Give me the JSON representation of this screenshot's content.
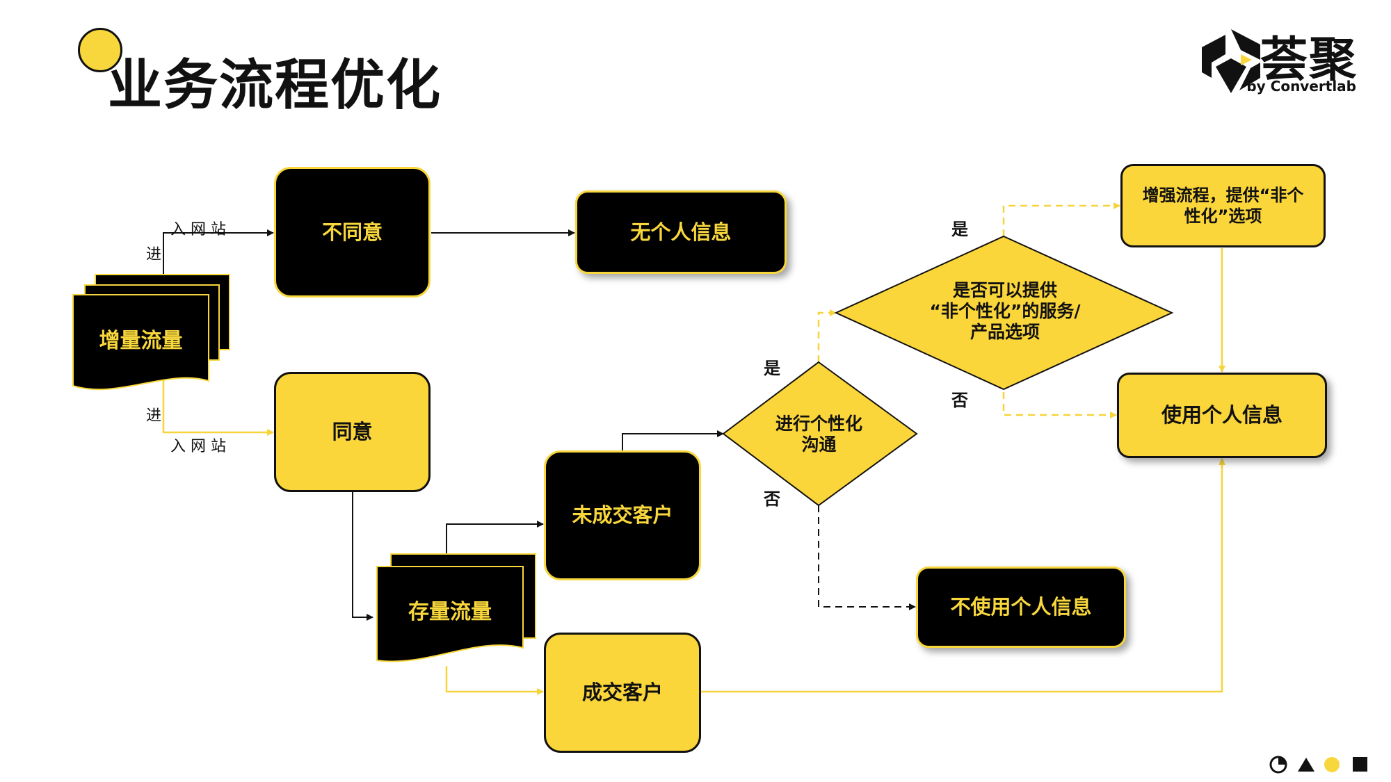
{
  "title": "业务流程优化",
  "brand": {
    "name": "荟聚",
    "sub": "by Convertlab"
  },
  "nodes": {
    "incremental_traffic": "增量流量",
    "disagree": "不同意",
    "no_personal_info": "无个人信息",
    "agree": "同意",
    "stock_traffic": "存量流量",
    "unconverted_customer": "未成交客户",
    "converted_customer": "成交客户",
    "personalized_comm": "进行个性化\n沟通",
    "non_personalized_option": "是否可以提供\n“非个性化”的服务/\n产品选项",
    "enhance_process": "增强流程，提供“非个\n性化”选项",
    "use_personal_info": "使用个人信息",
    "not_use_personal_info": "不使用个人信息"
  },
  "labels": {
    "enter": "进",
    "into_site": "入  网  站",
    "yes": "是",
    "no": "否"
  },
  "colors": {
    "accent": "#fbd63a",
    "dark": "#000000"
  },
  "footer_icons": [
    "pie-icon",
    "triangle-icon",
    "circle-icon",
    "square-icon"
  ]
}
